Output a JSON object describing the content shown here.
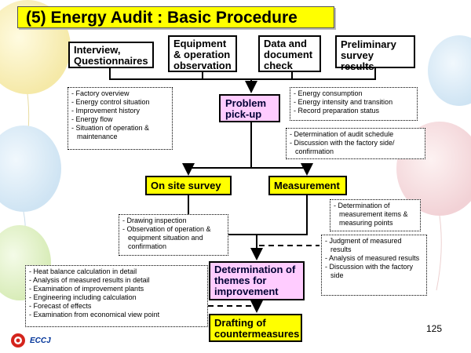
{
  "title": "(5) Energy Audit : Basic Procedure",
  "top_boxes": [
    {
      "label": "Interview, Questionnaires"
    },
    {
      "label": "Equipment & operation observation"
    },
    {
      "label": "Data and document check"
    },
    {
      "label": "Preliminary survey results"
    }
  ],
  "problem_pickup": "Problem pick-up",
  "on_site_survey": "On site survey",
  "measurement": "Measurement",
  "determination": "Determination of themes for improvement",
  "drafting": "Drafting of countermeasures",
  "notes": {
    "factory": [
      "Factory overview",
      "Energy control situation",
      "Improvement history",
      "Energy flow",
      "Situation of operation & maintenance"
    ],
    "energy": [
      "Energy consumption",
      "Energy intensity and transition",
      "Record preparation status"
    ],
    "schedule": [
      "Determination of audit schedule",
      "Discussion with the factory side/ confirmation"
    ],
    "measurement_items": [
      "Determination of measurement items & measuring points"
    ],
    "drawing": [
      "Drawing inspection",
      "Observation of operation & equipment situation and confirmation"
    ],
    "judgment": [
      "Judgment of measured results",
      "Analysis of measured results",
      "Discussion with the factory side"
    ],
    "heat_balance": [
      "Heat balance calculation in detail",
      "Analysis of measured results in detail",
      "Examination of improvement plants",
      "Engineering including calculation",
      "Forecast of effects",
      "Examination from economical view point"
    ]
  },
  "page_number": "125",
  "logo_text": "ECCJ"
}
